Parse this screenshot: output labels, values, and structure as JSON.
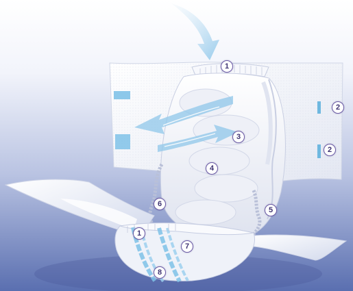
{
  "background": {
    "top": "#ffffff",
    "bottom": "#5a6fb0"
  },
  "accent": {
    "blue": "#6fb8e0",
    "badge_ring": "#6a5aa6"
  },
  "callouts": [
    {
      "id": "c1a",
      "label": "1"
    },
    {
      "id": "c2a",
      "label": "2"
    },
    {
      "id": "c2b",
      "label": "2"
    },
    {
      "id": "c3",
      "label": "3"
    },
    {
      "id": "c4",
      "label": "4"
    },
    {
      "id": "c5",
      "label": "5"
    },
    {
      "id": "c6",
      "label": "6"
    },
    {
      "id": "c1b",
      "label": "1"
    },
    {
      "id": "c7",
      "label": "7"
    },
    {
      "id": "c8",
      "label": "8"
    }
  ]
}
